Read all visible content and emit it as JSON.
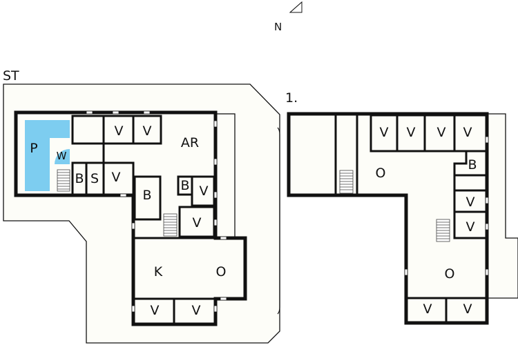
{
  "compass": {
    "label": "N"
  },
  "floors": [
    {
      "label": "ST",
      "rooms": {
        "pool": "P",
        "whirlpool": "W",
        "activity_room": "AR",
        "bath1": "B",
        "sauna": "S",
        "bed1": "V",
        "bed2": "V",
        "bed3": "V",
        "bath2": "B",
        "bath3": "B",
        "bed4": "V",
        "bed5": "V",
        "kitchen": "K",
        "living": "O",
        "bed6": "V",
        "bed7": "V"
      }
    },
    {
      "label": "1.",
      "rooms": {
        "bed1": "V",
        "bed2": "V",
        "bed3": "V",
        "bed4": "V",
        "bath": "B",
        "living1": "O",
        "bed5": "V",
        "bed6": "V",
        "living2": "O",
        "bed7": "V",
        "bed8": "V"
      }
    }
  ],
  "colors": {
    "pool": "#7dcdf0",
    "wall": "#111111",
    "floor": "#fdfdf8"
  }
}
